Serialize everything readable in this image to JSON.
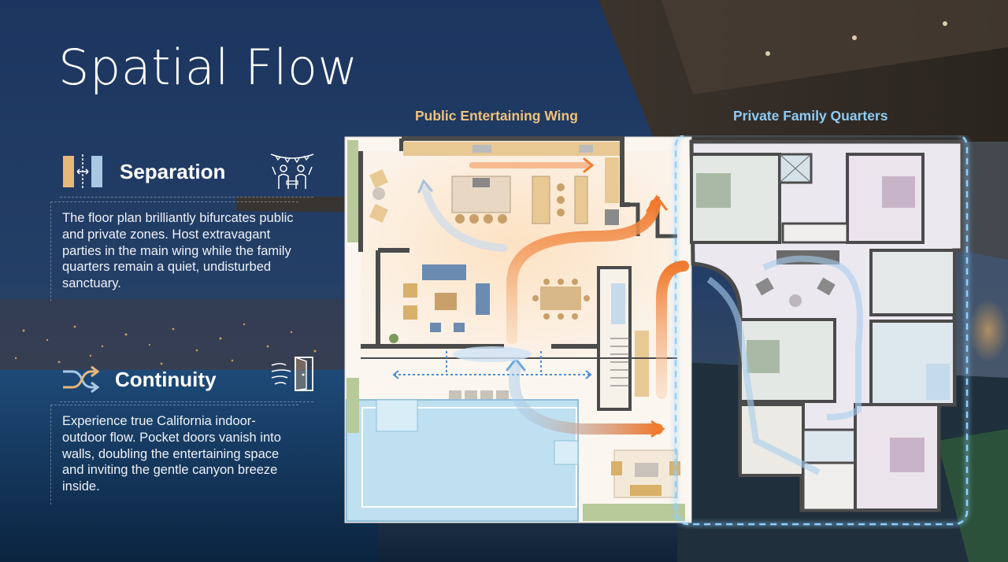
{
  "slide": {
    "title": "Spatial Flow"
  },
  "sections": [
    {
      "icon": "split-divider-icon",
      "side_icon": "party-people-icon",
      "heading": "Separation",
      "body": "The floor plan brilliantly bifurcates public and private zones. Host extravagant parties in the main wing while the family quarters remain a quiet, undisturbed sanctuary."
    },
    {
      "icon": "shuffle-arrows-icon",
      "side_icon": "wind-door-icon",
      "heading": "Continuity",
      "body": "Experience true California indoor-outdoor flow. Pocket doors vanish into walls, doubling the entertaining space and inviting the gentle canyon breeze inside."
    }
  ],
  "floor_plan": {
    "public_label": "Public Entertaining Wing",
    "private_label": "Private Family Quarters"
  },
  "colors": {
    "public_accent": "#f0c27a",
    "private_accent": "#8fcbf2",
    "flow_warm": "#f08a3c",
    "flow_cool": "#6aa8dc"
  }
}
